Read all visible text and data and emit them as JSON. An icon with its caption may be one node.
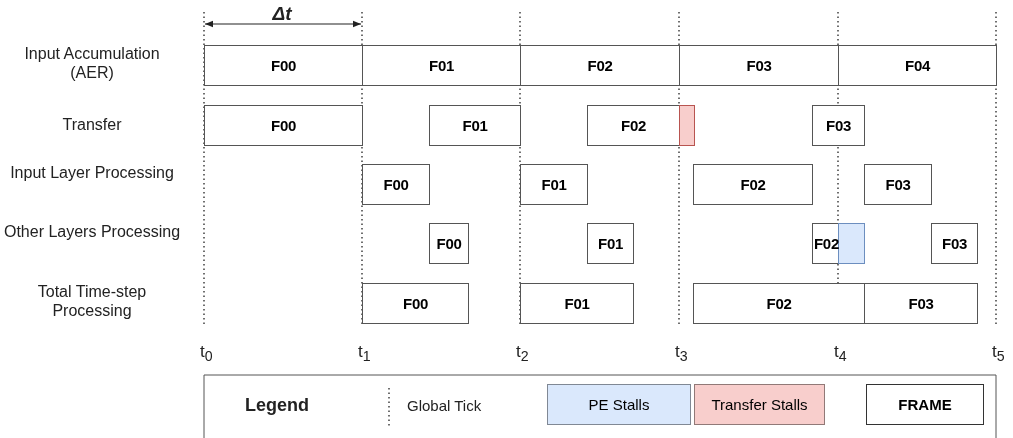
{
  "diagram": {
    "nodes": [
      {
        "text": [
          "F00"
        ]
      },
      {
        "text": [
          "F01"
        ]
      },
      {
        "text": [
          "F02"
        ]
      },
      {
        "text": [
          "F03"
        ]
      },
      {
        "text": [
          "F04"
        ]
      },
      {
        "text": [
          "F00"
        ]
      },
      {
        "text": [
          "F01"
        ]
      },
      {
        "text": [
          "F02"
        ]
      },
      {
        "text": [],
        "shape": "box"
      },
      {
        "text": [
          "F03"
        ]
      },
      {
        "text": [
          "F00"
        ]
      },
      {
        "text": [
          "F01"
        ]
      },
      {
        "text": [
          "F02"
        ]
      },
      {
        "text": [
          "F03"
        ]
      },
      {
        "text": [
          "F00"
        ]
      },
      {
        "text": [
          "F01"
        ]
      },
      {
        "text": [
          "F02"
        ]
      },
      {
        "text": [],
        "shape": "box",
        "in": 16
      },
      {
        "text": [
          "F03"
        ]
      },
      {
        "text": [
          "F00"
        ]
      },
      {
        "text": [
          "F01"
        ]
      },
      {
        "text": [
          "F02"
        ]
      },
      {
        "text": [
          "F03"
        ]
      }
    ],
    "labels": [
      "Δt",
      "Input Accumulation (AER)",
      "Transfer",
      "Input Layer Processing",
      "Other Layers Processing",
      "Total Time-step Processing",
      "t$_{0}$",
      "t$_{1}$",
      "t$_{2}$",
      "t$_{3}$",
      "t$_{4}$",
      "t$_{5}$",
      "Legend"
    ],
    "legend": [
      {
        "text": "Global Tick"
      },
      {
        "text": "PE Stalls",
        "color": "#dae8fc"
      },
      {
        "text": "Transfer Stalls",
        "color": "#f8cecc"
      },
      {
        "text": "FRAME"
      }
    ]
  }
}
